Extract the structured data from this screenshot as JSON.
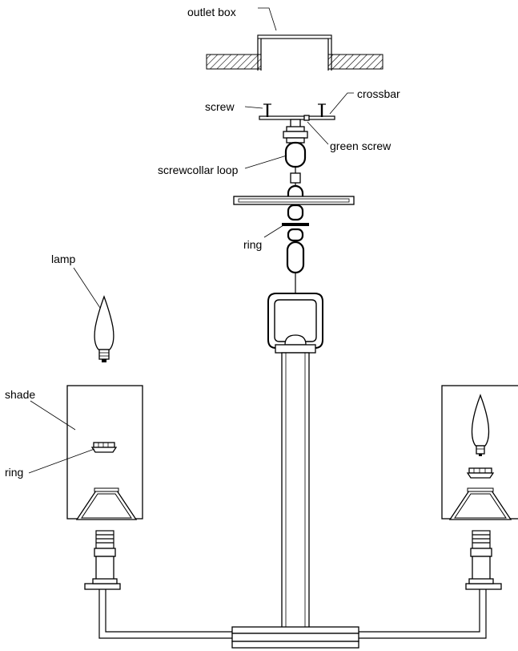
{
  "labels": {
    "outlet_box": "outlet box",
    "screw": "screw",
    "crossbar": "crossbar",
    "green_screw": "green screw",
    "screwcollar_loop": "screwcollar loop",
    "ring_chain": "ring",
    "lamp": "lamp",
    "shade": "shade",
    "ring_shade": "ring"
  }
}
